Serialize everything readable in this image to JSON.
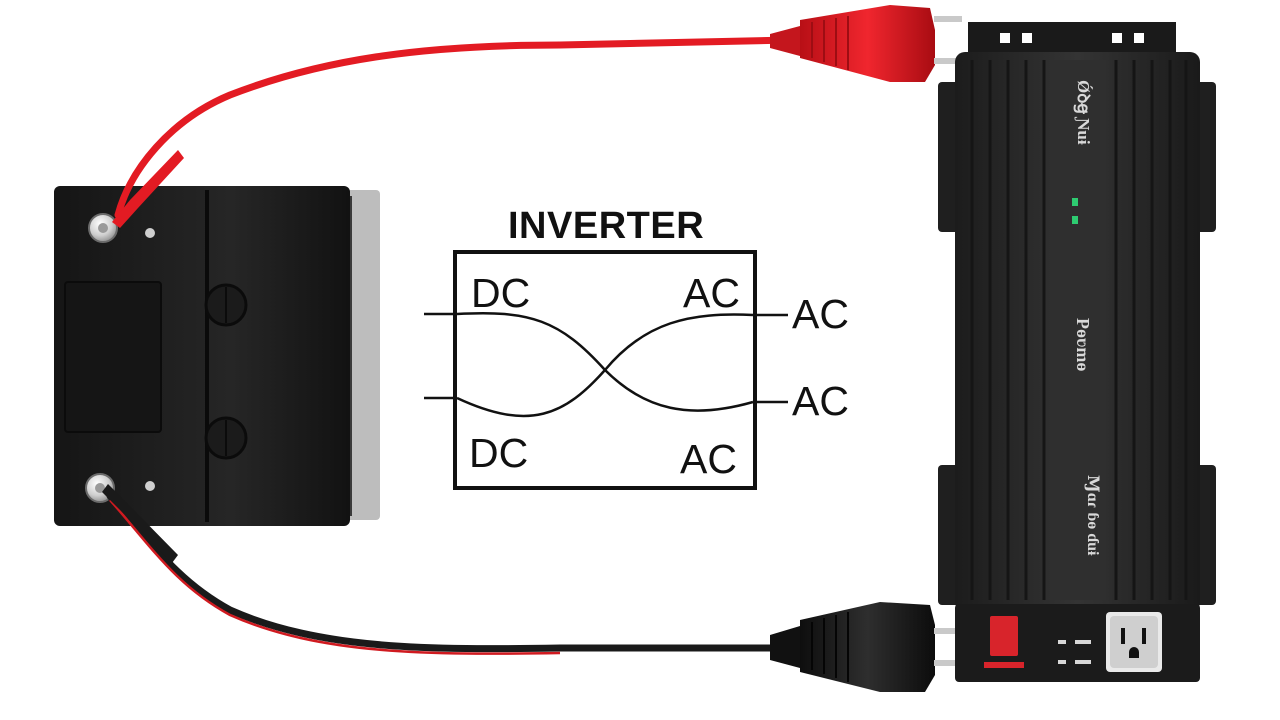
{
  "diagram": {
    "title": "INVERTER",
    "box": {
      "top_left": "DC",
      "top_right": "AC",
      "bottom_left": "DC",
      "bottom_right": "AC"
    },
    "outputs": [
      "AC",
      "AC"
    ]
  },
  "device": {
    "markings": [
      "Ǿꝺꞡ Ɲuɨ",
      "Pɵʋmɵ",
      "Ɱɑɾ ɓɵ ɗuɨ"
    ]
  },
  "colors": {
    "positive_cable": "#e31b23",
    "negative_cable": "#1a1a1a",
    "battery_body": "#1e1e1e",
    "inverter_body": "#2b2b2b",
    "switch": "#d8242b",
    "indicator": "#2ecc71",
    "diagram_line": "#111111"
  }
}
